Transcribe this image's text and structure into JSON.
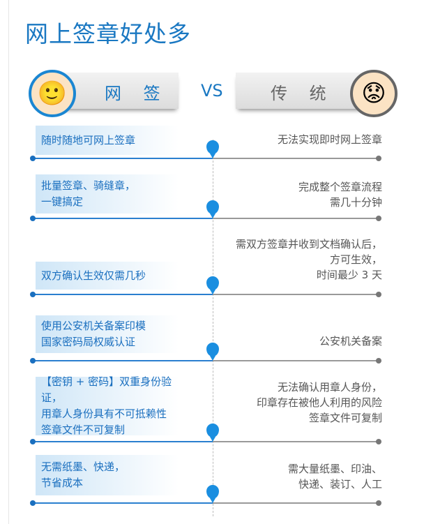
{
  "title": "网上签章好处多",
  "left_header": "网 签",
  "right_header": "传 统",
  "vs": "VS",
  "rows": [
    {
      "left": [
        "随时随地可网上签章"
      ],
      "right": [
        "无法实现即时网上签章"
      ]
    },
    {
      "left": [
        "批量签章、骑缝章，",
        "一键搞定"
      ],
      "right": [
        "完成整个签章流程",
        "需几十分钟"
      ]
    },
    {
      "left": [
        "双方确认生效仅需几秒"
      ],
      "right": [
        "需双方签章并收到文档确认后，",
        "方可生效，",
        "时间最少 3 天"
      ]
    },
    {
      "left": [
        "使用公安机关备案印模",
        "国家密码局权威认证"
      ],
      "right": [
        "公安机关备案"
      ]
    },
    {
      "left": [
        "【密钥 + 密码】双重身份验证，",
        "用章人身份具有不可抵赖性",
        "签章文件不可复制"
      ],
      "right": [
        "无法确认用章人身份，",
        "印章存在被他人利用的风险",
        "签章文件可复制"
      ]
    },
    {
      "left": [
        "无需纸墨、快递，",
        "节省成本"
      ],
      "right": [
        "需大量纸墨、印油、",
        "快递、装订、人工"
      ]
    }
  ]
}
